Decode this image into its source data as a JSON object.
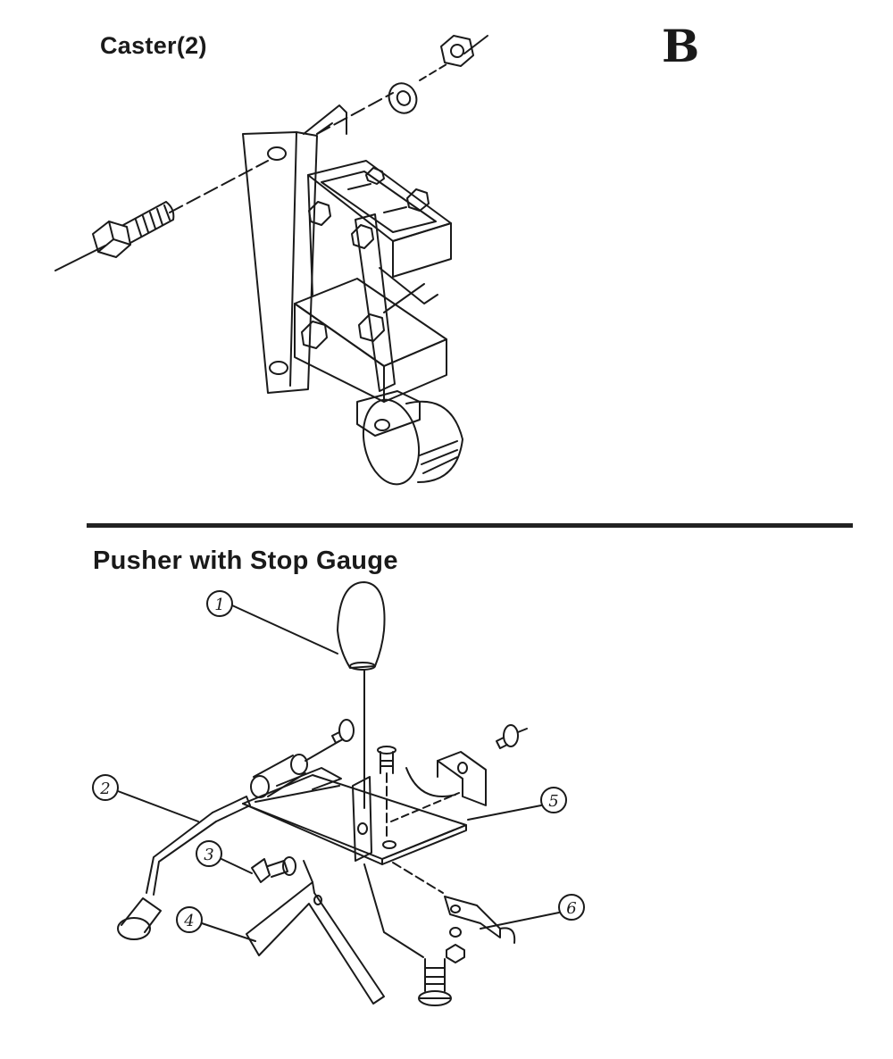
{
  "caster": {
    "title": "Caster(2)"
  },
  "section": {
    "letter": "B"
  },
  "pusher": {
    "title": "Pusher with Stop Gauge",
    "callouts": [
      "1",
      "2",
      "3",
      "4",
      "5",
      "6"
    ]
  },
  "colors": {
    "ink": "#1a1a1a",
    "rule": "#222222",
    "paper": "#ffffff"
  }
}
